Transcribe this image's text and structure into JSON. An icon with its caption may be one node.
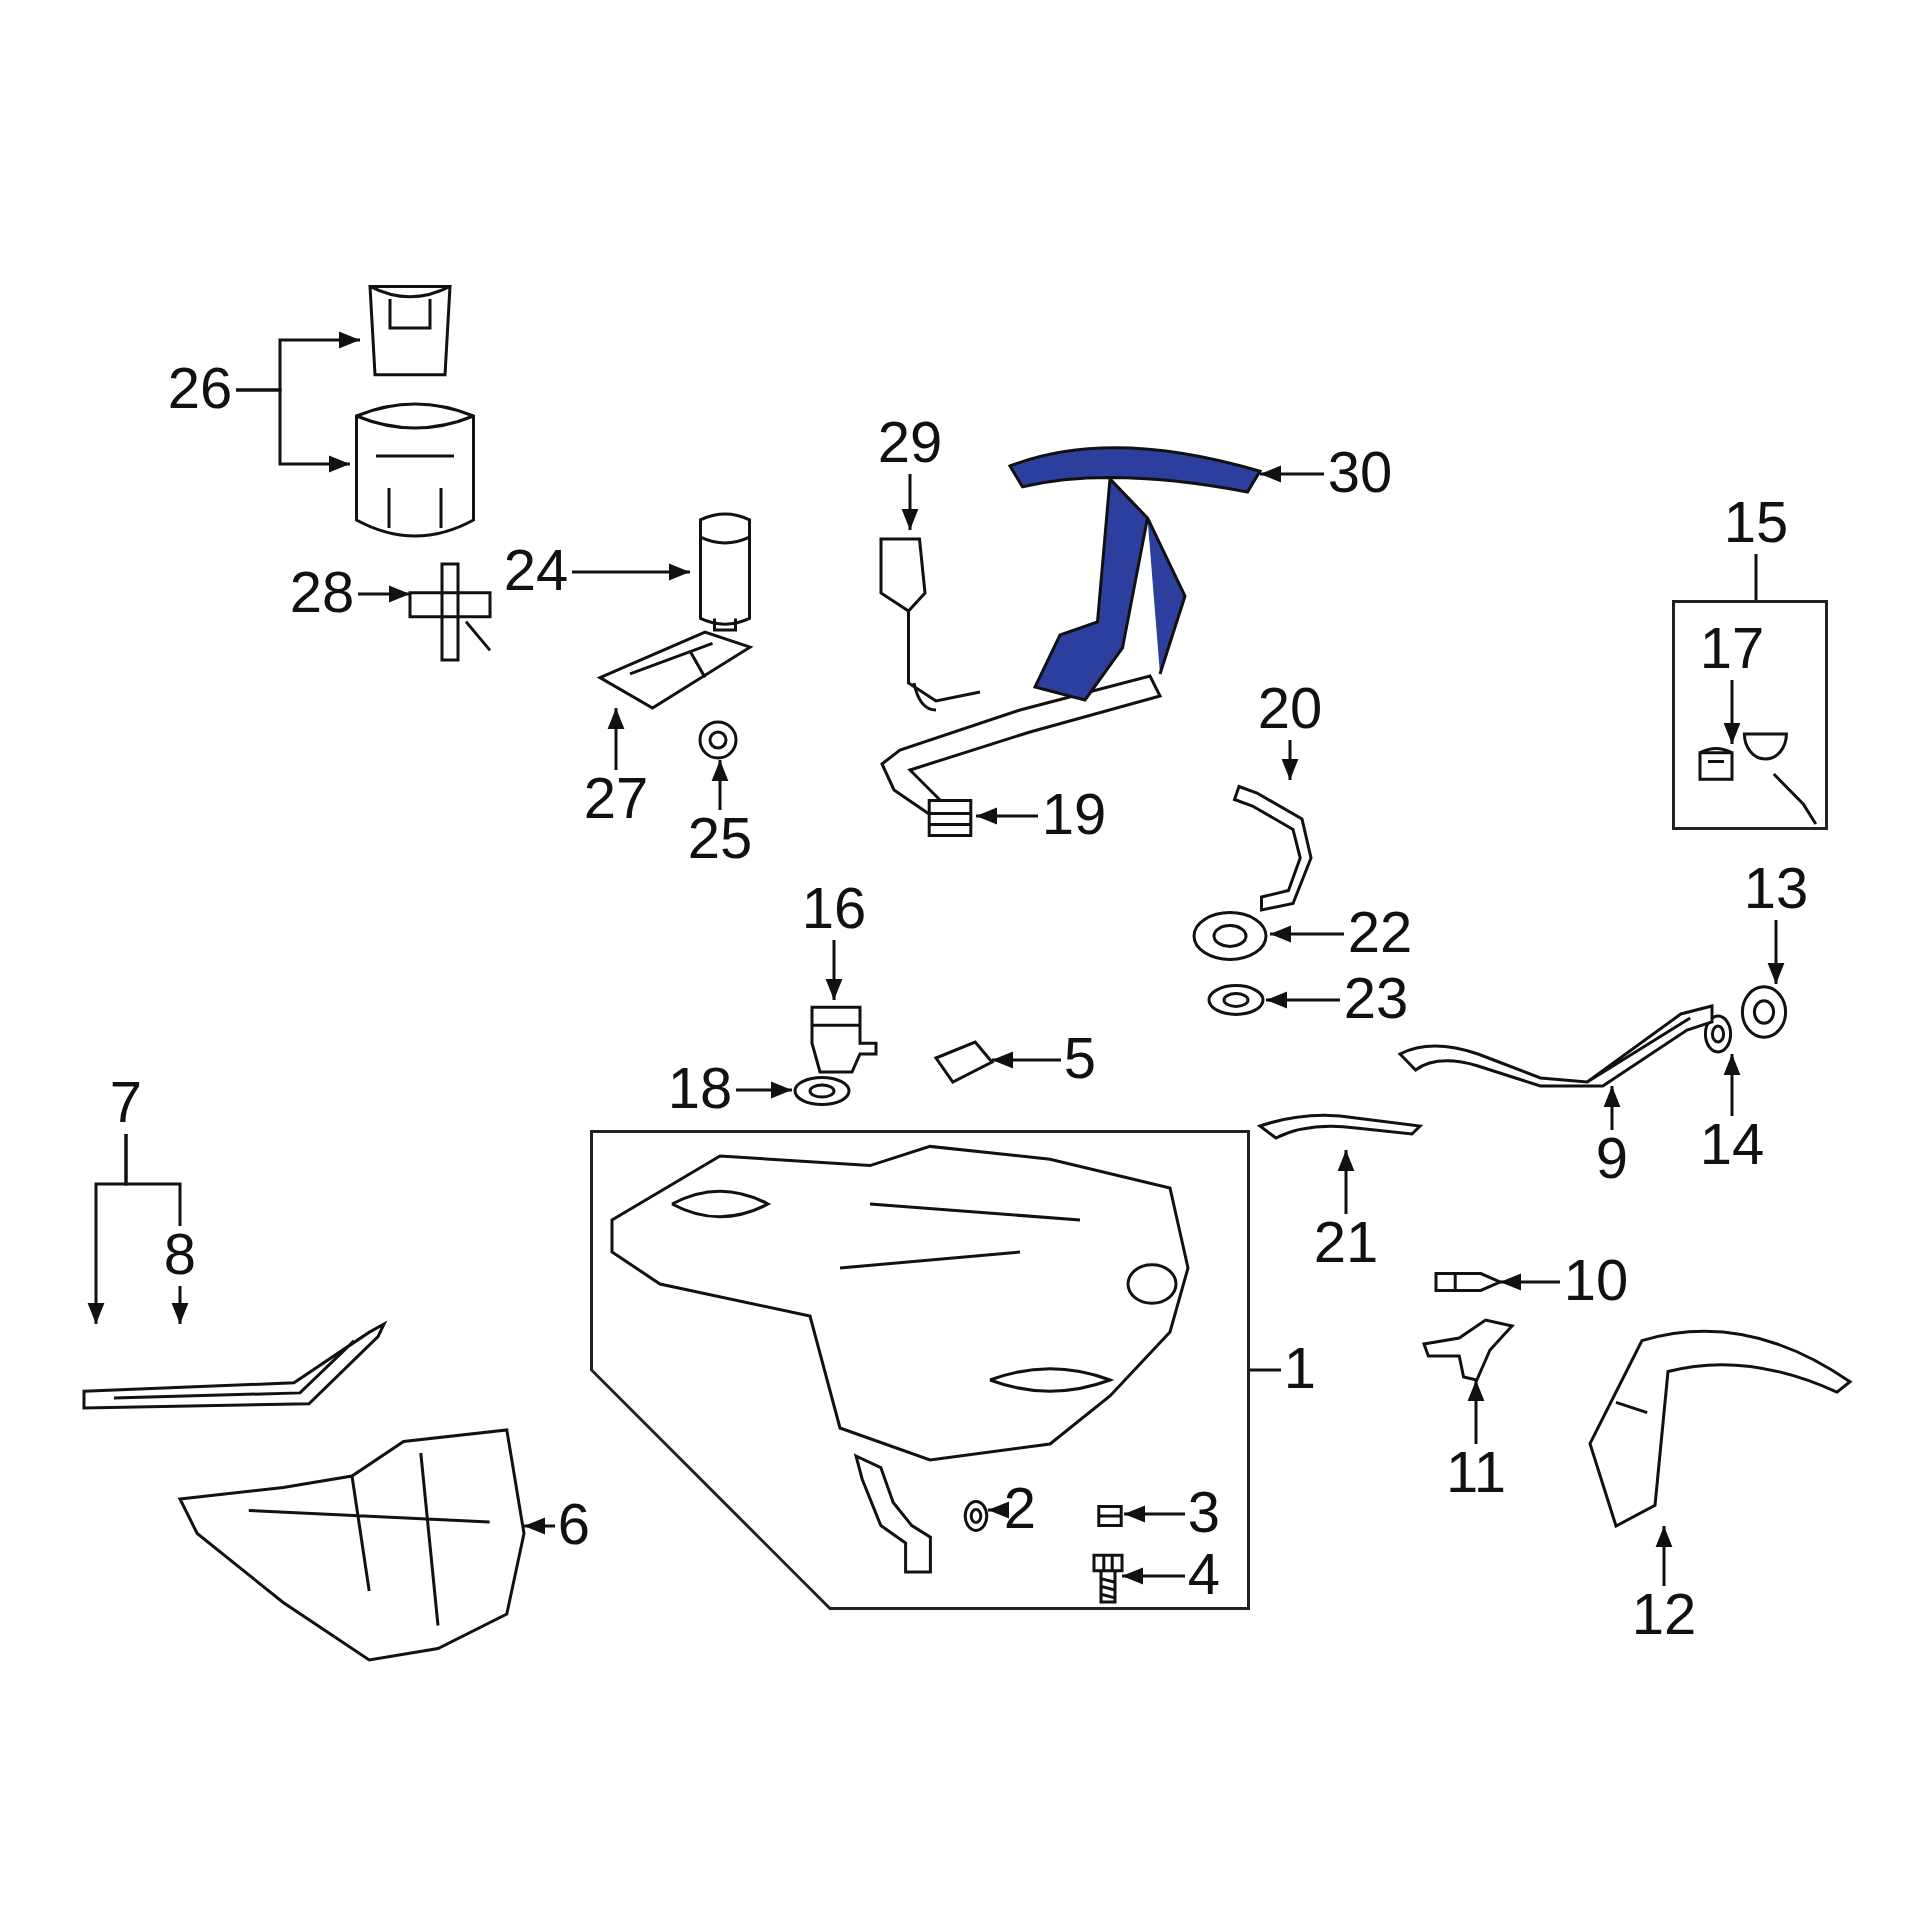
{
  "diagram": {
    "nodes": [
      {
        "text": [
          "26"
        ]
      },
      {
        "text": [],
        "shape": "picture"
      },
      {
        "text": [],
        "shape": "picture"
      },
      {
        "text": [
          "28"
        ]
      },
      {
        "text": [],
        "shape": "picture"
      },
      {
        "text": [
          "24"
        ]
      },
      {
        "text": [],
        "shape": "picture"
      },
      {
        "text": [
          "27"
        ]
      },
      {
        "text": [],
        "shape": "picture"
      },
      {
        "text": [
          "25"
        ]
      },
      {
        "text": [],
        "shape": "circle"
      },
      {
        "text": [
          "29"
        ]
      },
      {
        "text": [],
        "shape": "picture"
      },
      {
        "text": [
          "30"
        ]
      },
      {
        "text": [],
        "shape": "picture"
      },
      {
        "text": [
          "19"
        ]
      },
      {
        "text": [],
        "shape": "picture"
      },
      {
        "text": [
          "20"
        ]
      },
      {
        "text": [],
        "shape": "picture"
      },
      {
        "text": [
          "22"
        ]
      },
      {
        "text": [],
        "shape": "circle"
      },
      {
        "text": [
          "23"
        ]
      },
      {
        "text": [],
        "shape": "circle"
      },
      {
        "text": [
          "15"
        ]
      },
      {
        "text": [],
        "shape": "box"
      },
      {
        "text": [
          "17"
        ],
        "in": 24
      },
      {
        "text": [],
        "shape": "picture",
        "in": 24
      },
      {
        "text": [],
        "shape": "picture",
        "in": 24
      },
      {
        "text": [
          "13"
        ]
      },
      {
        "text": [],
        "shape": "circle"
      },
      {
        "text": [
          "14"
        ]
      },
      {
        "text": [],
        "shape": "circle"
      },
      {
        "text": [
          "9"
        ]
      },
      {
        "text": [],
        "shape": "picture"
      },
      {
        "text": [
          "21"
        ]
      },
      {
        "text": [],
        "shape": "picture"
      },
      {
        "text": [
          "10"
        ]
      },
      {
        "text": [],
        "shape": "picture"
      },
      {
        "text": [
          "11"
        ]
      },
      {
        "text": [],
        "shape": "picture"
      },
      {
        "text": [
          "12"
        ]
      },
      {
        "text": [],
        "shape": "picture"
      },
      {
        "text": [
          "16"
        ]
      },
      {
        "text": [],
        "shape": "picture"
      },
      {
        "text": [
          "18"
        ]
      },
      {
        "text": [],
        "shape": "circle"
      },
      {
        "text": [
          "5"
        ]
      },
      {
        "text": [],
        "shape": "picture"
      },
      {
        "text": [
          "1"
        ]
      },
      {
        "text": [],
        "shape": "box"
      },
      {
        "text": [],
        "shape": "picture",
        "in": 49
      },
      {
        "text": [],
        "shape": "picture",
        "in": 49
      },
      {
        "text": [],
        "shape": "circle",
        "in": 49
      },
      {
        "text": [
          "2"
        ],
        "in": 49
      },
      {
        "text": [
          "3"
        ],
        "in": 49
      },
      {
        "text": [],
        "shape": "picture",
        "in": 49
      },
      {
        "text": [
          "4"
        ],
        "in": 49
      },
      {
        "text": [],
        "shape": "picture",
        "in": 49
      },
      {
        "text": [
          "7"
        ]
      },
      {
        "text": [
          "8"
        ]
      },
      {
        "text": [],
        "shape": "picture"
      },
      {
        "text": [
          "6"
        ]
      },
      {
        "text": [],
        "shape": "picture"
      }
    ],
    "edges": [
      {
        "from": 0,
        "to": 1,
        "arrow": "to"
      },
      {
        "from": 0,
        "to": 2,
        "arrow": "to"
      },
      {
        "from": 3,
        "to": 4,
        "arrow": "to"
      },
      {
        "from": 5,
        "to": 6,
        "arrow": "to"
      },
      {
        "from": 7,
        "to": 8,
        "arrow": "to"
      },
      {
        "from": 9,
        "to": 10,
        "arrow": "to"
      },
      {
        "from": 11,
        "to": 12,
        "arrow": "to"
      },
      {
        "from": 13,
        "to": 14,
        "arrow": "to"
      },
      {
        "from": 15,
        "to": 16,
        "arrow": "to"
      },
      {
        "from": 17,
        "to": 18,
        "arrow": "to"
      },
      {
        "from": 19,
        "to": 20,
        "arrow": "to"
      },
      {
        "from": 21,
        "to": 22,
        "arrow": "to"
      },
      {
        "from": 23,
        "to": 24,
        "arrow": "none"
      },
      {
        "from": 25,
        "to": 26,
        "arrow": "to"
      },
      {
        "from": 28,
        "to": 29,
        "arrow": "to"
      },
      {
        "from": 30,
        "to": 31,
        "arrow": "to"
      },
      {
        "from": 32,
        "to": 33,
        "arrow": "to"
      },
      {
        "from": 34,
        "to": 35,
        "arrow": "to"
      },
      {
        "from": 36,
        "to": 37,
        "arrow": "to"
      },
      {
        "from": 38,
        "to": 39,
        "arrow": "to"
      },
      {
        "from": 40,
        "to": 41,
        "arrow": "to"
      },
      {
        "from": 42,
        "to": 43,
        "arrow": "to"
      },
      {
        "from": 44,
        "to": 45,
        "arrow": "to"
      },
      {
        "from": 46,
        "to": 47,
        "arrow": "to"
      },
      {
        "from": 48,
        "to": 49,
        "arrow": "none"
      },
      {
        "from": 53,
        "to": 52,
        "arrow": "to"
      },
      {
        "from": 54,
        "to": 55,
        "arrow": "to"
      },
      {
        "from": 56,
        "to": 57,
        "arrow": "to"
      },
      {
        "from": 58,
        "to": 60,
        "arrow": "to"
      },
      {
        "from": 58,
        "to": 59,
        "arrow": "none"
      },
      {
        "from": 59,
        "to": 60,
        "arrow": "to"
      },
      {
        "from": 61,
        "to": 62,
        "arrow": "to"
      }
    ]
  }
}
